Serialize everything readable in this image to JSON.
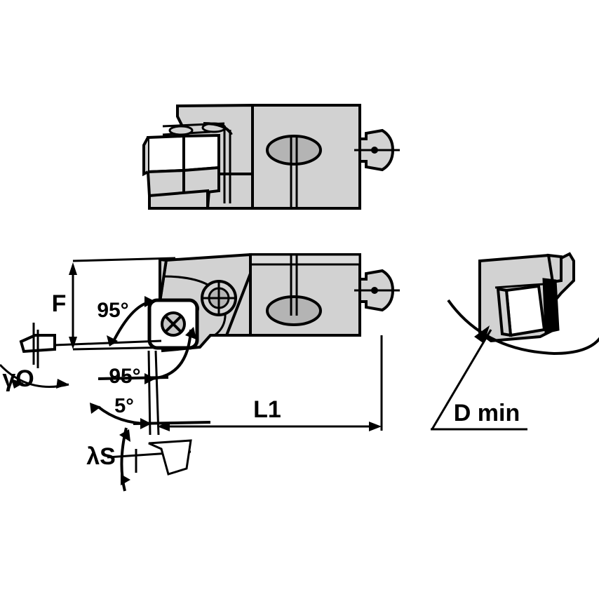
{
  "drawing": {
    "title": "Indexable boring bar cartridge head — technical dimension drawing",
    "background_color": "#ffffff",
    "line_color": "#000000",
    "body_fill": "#d2d2d2",
    "body_fill_light": "#dcdcdc",
    "hole_fill": "#b4b4b4",
    "insert_fill": "#ffffff",
    "shadow_fill": "#000000"
  },
  "views": {
    "top_view": {
      "name": "top-view",
      "caption": ""
    },
    "side_view": {
      "name": "side-view",
      "caption": ""
    },
    "detail_view": {
      "name": "d-min-detail-view",
      "caption": ""
    }
  },
  "annotations": {
    "f_dimension": {
      "label": "F",
      "type": "linear-vertical"
    },
    "l1_dimension": {
      "label": "L1",
      "type": "linear-horizontal"
    },
    "d_min": {
      "label": "D min",
      "type": "leader-note"
    },
    "rake_angle": {
      "label": "γO",
      "type": "angle"
    },
    "lead_angle_top": {
      "label": "95°",
      "type": "angle"
    },
    "lead_angle_side": {
      "label": "95°",
      "type": "angle"
    },
    "clearance_angle": {
      "label": "5°",
      "type": "angle"
    },
    "inclination_angle": {
      "label": "λS",
      "type": "angle"
    }
  },
  "labels": {
    "f": "F",
    "l1": "L1",
    "d_min": "D min",
    "gamma_o": "γO",
    "angle_95_top": "95°",
    "angle_95_side": "95°",
    "angle_5": "5°",
    "lambda_s": "λS"
  }
}
